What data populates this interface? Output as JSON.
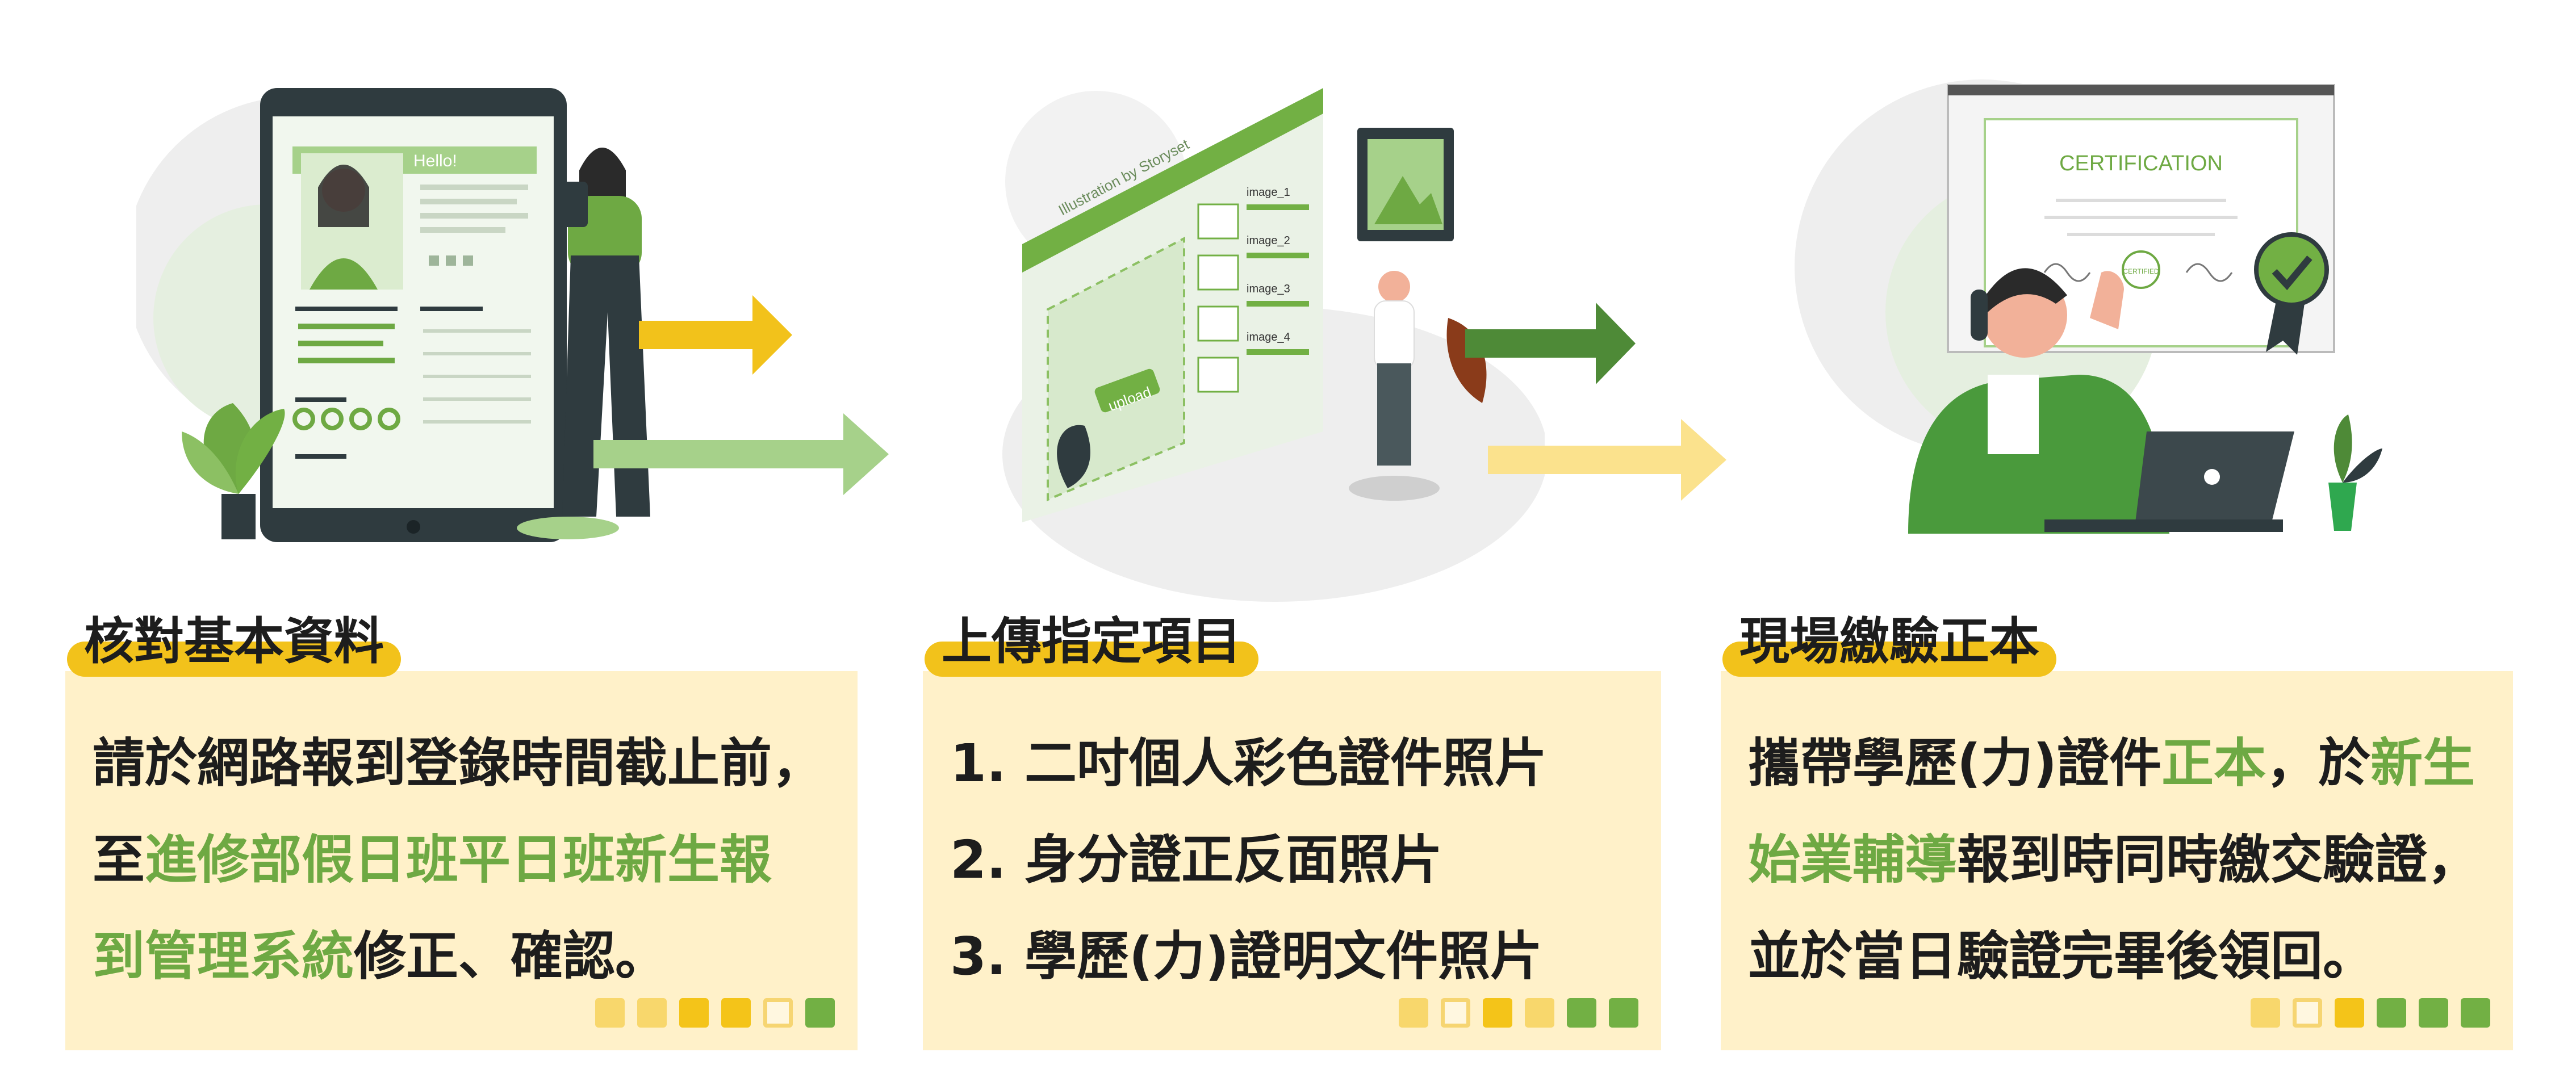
{
  "steps": [
    {
      "title": "核對基本資料",
      "lines": [
        [
          {
            "t": "請於網路報到登錄時間截止前，"
          }
        ],
        [
          {
            "t": "至"
          },
          {
            "t": "進修部假日班平日班新生報",
            "g": true
          }
        ],
        [
          {
            "t": "到管理系統",
            "g": true
          },
          {
            "t": "修正、確認。"
          }
        ]
      ],
      "dots": [
        "y2",
        "y2",
        "y1",
        "y1",
        "o",
        "g1"
      ]
    },
    {
      "title": "上傳指定項目",
      "lines": [
        [
          {
            "t": "1. 二吋個人彩色證件照片"
          }
        ],
        [
          {
            "t": "2. 身分證正反面照片"
          }
        ],
        [
          {
            "t": "3. 學歷(力)證明文件照片"
          }
        ]
      ],
      "dots": [
        "y2",
        "o",
        "y1",
        "y2",
        "g1",
        "g1"
      ]
    },
    {
      "title": "現場繳驗正本",
      "lines": [
        [
          {
            "t": "攜帶學歷(力)證件"
          },
          {
            "t": "正本",
            "g": true
          },
          {
            "t": "，於"
          },
          {
            "t": "新生",
            "g": true
          }
        ],
        [
          {
            "t": "始業輔導",
            "g": true
          },
          {
            "t": "報到時同時繳交驗證，"
          }
        ],
        [
          {
            "t": "並於當日驗證完畢後領回。"
          }
        ]
      ],
      "dots": [
        "y2",
        "o",
        "y1",
        "g1",
        "g1",
        "g1"
      ]
    }
  ],
  "illustrations": {
    "profile_greeting": "Hello!",
    "upload_watermark": "Illustration by Storyset",
    "upload_button": "upload",
    "image_items": [
      "image_1",
      "image_2",
      "image_3",
      "image_4"
    ],
    "certificate_title": "CERTIFICATION",
    "certificate_seal": "CERTIFIED"
  },
  "colors": {
    "accent_yellow": "#f2c21b",
    "card_bg": "#fff1c9",
    "accent_green": "#6ea943",
    "dark_green": "#4e8a37",
    "light_green": "#a6d18a",
    "light_yellow": "#fbe28d"
  }
}
